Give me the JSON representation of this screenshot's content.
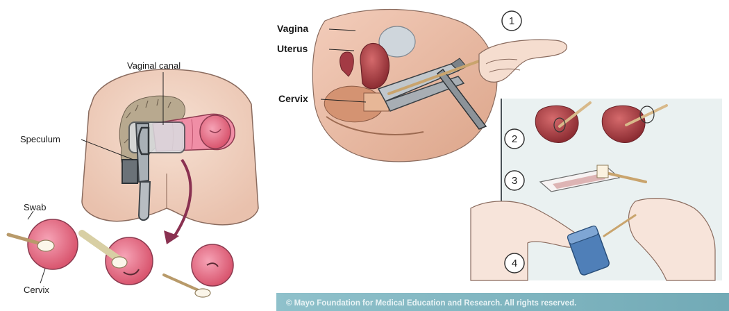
{
  "left_panel": {
    "labels": {
      "vaginal_canal": "Vaginal canal",
      "speculum": "Speculum",
      "swab": "Swab",
      "cervix": "Cervix"
    }
  },
  "right_panel": {
    "labels": {
      "vagina": "Vagina",
      "uterus": "Uterus",
      "cervix": "Cervix"
    },
    "steps": [
      "1",
      "2",
      "3",
      "4"
    ],
    "copyright": "© Mayo Foundation for Medical Education and Research.  All rights reserved."
  },
  "colors": {
    "skin": "#f1d3c2",
    "tissue_pink": "#e87f97",
    "organ_red": "#b5434a",
    "panel_bg": "#eaf1f1",
    "footer_bg": "#7fb6c1"
  }
}
